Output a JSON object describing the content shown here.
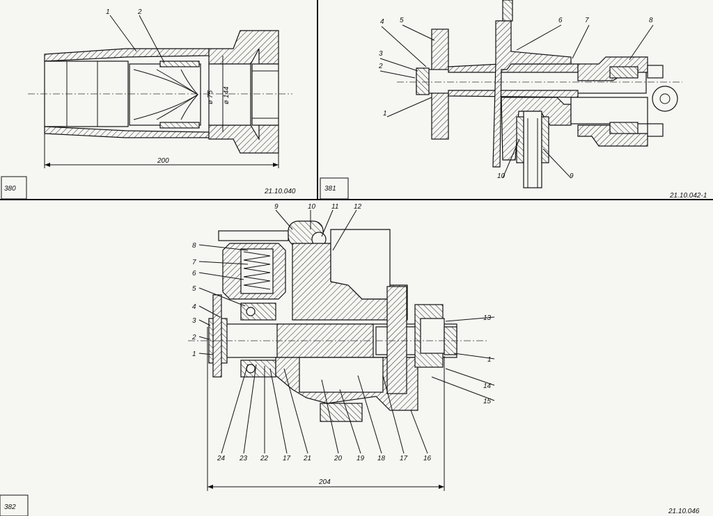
{
  "figures": [
    {
      "number": "380",
      "code": "21.10.040",
      "callouts": [
        "1",
        "2"
      ],
      "dimensions": {
        "length": "200",
        "diameter_inner": "ø 75",
        "diameter_outer": "ø 144"
      }
    },
    {
      "number": "381",
      "code": "21.10.042-1",
      "callouts": [
        "4",
        "5",
        "6",
        "7",
        "8",
        "3",
        "2",
        "1",
        "10",
        "9"
      ]
    },
    {
      "number": "382",
      "code": "21.10.046",
      "callouts_top": [
        "9",
        "10",
        "11",
        "12"
      ],
      "callouts_left": [
        "8",
        "7",
        "6",
        "5",
        "4",
        "3",
        "2",
        "1"
      ],
      "callouts_right": [
        "13",
        "1",
        "14",
        "15"
      ],
      "callouts_bottom": [
        "24",
        "23",
        "22",
        "17",
        "21",
        "20",
        "19",
        "18",
        "17",
        "16"
      ],
      "dimension": "204"
    }
  ]
}
